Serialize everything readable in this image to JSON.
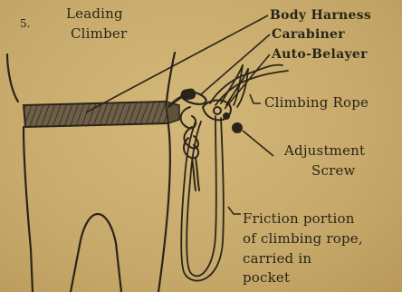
{
  "figure_number": "5.",
  "labels": {
    "leading_climber_line1": "Leading",
    "leading_climber_line2": "Climber",
    "body_harness": "Body Harness",
    "carabiner": "Carabiner",
    "auto_belayer": "Auto-Belayer",
    "climbing_rope": "Climbing Rope",
    "adjustment_screw_line1": "Adjustment",
    "adjustment_screw_line2": "Screw",
    "friction_line1": "Friction portion",
    "friction_line2": "of climbing rope,",
    "friction_line3": "carried in",
    "friction_line4": "pocket"
  }
}
